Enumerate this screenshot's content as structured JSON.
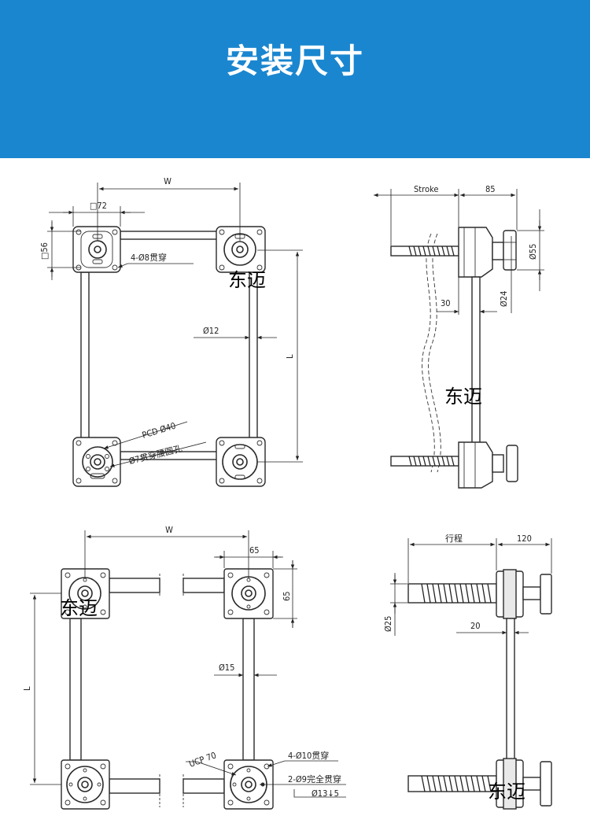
{
  "header": {
    "title": "安装尺寸",
    "background": "#1a86cf",
    "text_color": "#ffffff"
  },
  "watermark": "东迈",
  "drawing1": {
    "W": "W",
    "sq72": "□72",
    "sq56": "□56",
    "holes": "4-Ø8贯穿",
    "L": "L",
    "rod": "Ø12",
    "pcd": "PCD Ø40",
    "slot": "Ø7贯穿腰圆孔"
  },
  "drawing2": {
    "stroke": "Stroke",
    "d85": "85",
    "d55": "Ø55",
    "d24": "Ø24",
    "d30": "30"
  },
  "drawing3": {
    "W": "W",
    "d65a": "65",
    "d65b": "65",
    "L": "L",
    "rod": "Ø15",
    "ucp": "UCP 70",
    "holes": "4-Ø10贯穿",
    "holes2": "2-Ø9完全贯穿",
    "cbore": "Ø13↓5"
  },
  "drawing4": {
    "stroke": "行程",
    "d120": "120",
    "d25": "Ø25",
    "d20": "20"
  }
}
